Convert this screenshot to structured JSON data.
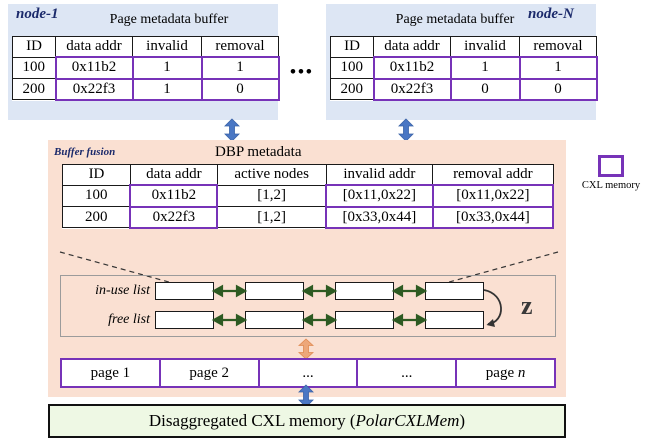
{
  "nodes": [
    {
      "name": "node-1",
      "name_position": "left",
      "title": "Page metadata buffer",
      "columns": [
        "ID",
        "data addr",
        "invalid",
        "removal"
      ],
      "rows": [
        [
          "100",
          "0x11b2",
          "1",
          "1"
        ],
        [
          "200",
          "0x22f3",
          "1",
          "0"
        ]
      ]
    },
    {
      "name": "node-N",
      "name_position": "right",
      "title": "Page metadata buffer",
      "columns": [
        "ID",
        "data addr",
        "invalid",
        "removal"
      ],
      "rows": [
        [
          "100",
          "0x11b2",
          "1",
          "1"
        ],
        [
          "200",
          "0x22f3",
          "0",
          "0"
        ]
      ]
    }
  ],
  "nodes_ellipsis": "•••",
  "fusion": {
    "label": "Buffer fusion",
    "title": "DBP metadata",
    "columns": [
      "ID",
      "data addr",
      "active nodes",
      "invalid addr",
      "removal addr"
    ],
    "rows": [
      [
        "100",
        "0x11b2",
        "[1,2]",
        "[0x11,0x22]",
        "[0x11,0x22]"
      ],
      [
        "200",
        "0x22f3",
        "[1,2]",
        "[0x33,0x44]",
        "[0x33,0x44]"
      ]
    ]
  },
  "lists": [
    {
      "label": "in-use list",
      "cells": 4
    },
    {
      "label": "free list",
      "cells": 4
    }
  ],
  "recycle_glyph": "z",
  "pages": [
    "page 1",
    "page 2",
    "...",
    "...",
    "page n"
  ],
  "pages_last_italic_char": "n",
  "bottom": {
    "text_before": "Disaggregated CXL memory (",
    "text_italic": "PolarCXLMem",
    "text_after": ")"
  },
  "legend": {
    "label": "CXL memory",
    "color": "#7733b8"
  },
  "colors": {
    "node_panel_bg": "#dde6f4",
    "fusion_bg": "#fae0d2",
    "cxl_purple": "#7733b8",
    "bottom_bg": "#eef8e4",
    "blue_arrow": "#4a77c4",
    "orange_arrow": "#eda77a",
    "list_arrow": "#2e5b22",
    "label_navy": "#1b2a6b"
  }
}
